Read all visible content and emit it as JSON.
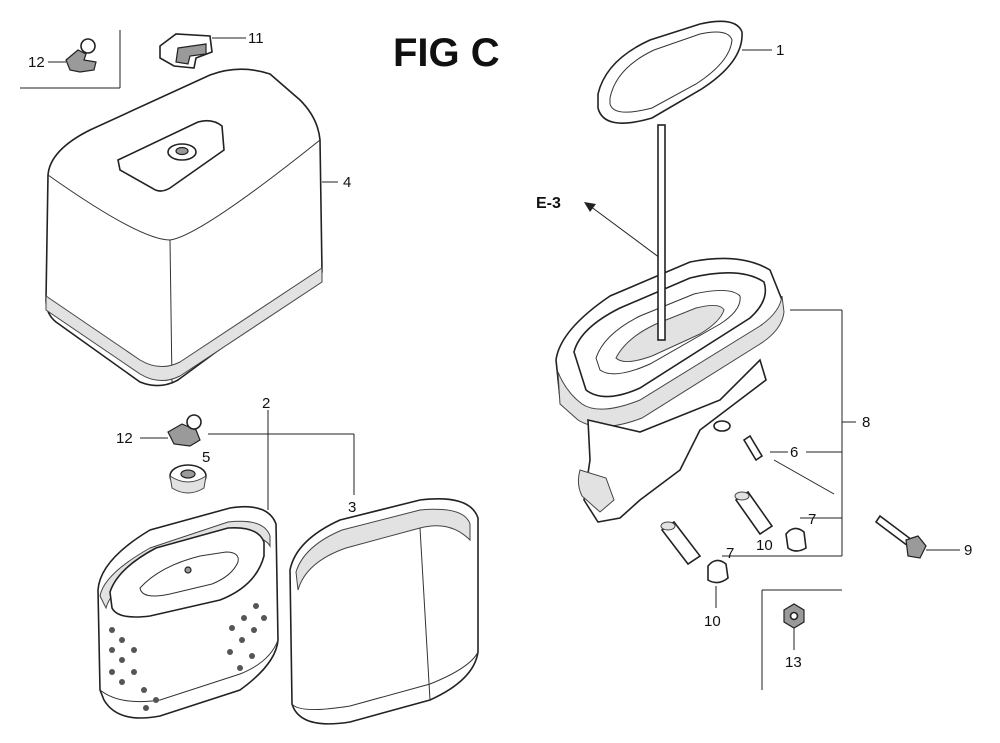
{
  "figure_title": "FIG C",
  "reference": "E-3",
  "callouts": {
    "c1": "1",
    "c2": "2",
    "c3": "3",
    "c4": "4",
    "c5": "5",
    "c6": "6",
    "c7a": "7",
    "c7b": "7",
    "c8": "8",
    "c9": "9",
    "c10a": "10",
    "c10b": "10",
    "c11": "11",
    "c12a": "12",
    "c12b": "12",
    "c13": "13"
  }
}
